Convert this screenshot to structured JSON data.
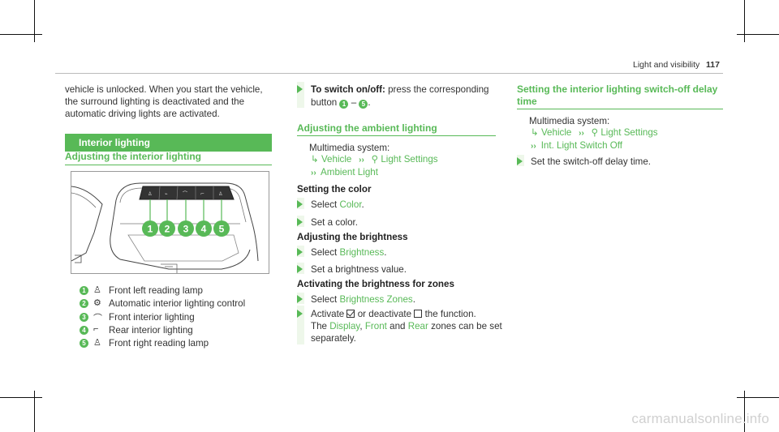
{
  "header": {
    "section": "Light and visibility",
    "page_number": "117"
  },
  "col1": {
    "intro_lines": [
      "vehicle is unlocked. When you start the vehicle,",
      "the surround lighting is deactivated and the",
      "automatic driving lights are activated."
    ],
    "section_bar": "Interior lighting",
    "subheading": "Adjusting the interior lighting",
    "figure_callouts": [
      "1",
      "2",
      "3",
      "4",
      "5"
    ],
    "legend": [
      {
        "num": "1",
        "icon": "reading-lamp-left",
        "label": "Front left reading lamp"
      },
      {
        "num": "2",
        "icon": "auto-interior",
        "label": "Automatic interior lighting control"
      },
      {
        "num": "3",
        "icon": "front-interior",
        "label": "Front interior lighting"
      },
      {
        "num": "4",
        "icon": "rear-interior",
        "label": "Rear interior lighting"
      },
      {
        "num": "5",
        "icon": "reading-lamp-right",
        "label": "Front right reading lamp"
      }
    ]
  },
  "col2": {
    "switch_title": "To switch on/off:",
    "switch_text": "press the corresponding",
    "switch_text2_a": "button",
    "badge_start": "1",
    "dash": "–",
    "badge_end": "5",
    "period": ".",
    "ambient_heading": "Adjusting the ambient lighting",
    "multimedia": "Multimedia system:",
    "path_vehicle": "Vehicle",
    "path_light_settings": "Light Settings",
    "path_ambient": "Ambient Light",
    "color_heading": "Setting the color",
    "select_word": "Select",
    "color_link": "Color",
    "set_color": "Set a color.",
    "brightness_heading": "Adjusting the brightness",
    "brightness_link": "Brightness",
    "set_brightness": "Set a brightness value.",
    "zones_heading": "Activating the brightness for zones",
    "zones_link": "Brightness Zones",
    "activate_a": "Activate",
    "activate_b": "or deactivate",
    "activate_c": "the function.",
    "the_word": "The",
    "display_link": "Display",
    "comma": ",",
    "front_link": "Front",
    "and_word": "and",
    "rear_link": "Rear",
    "zones_tail": "zones can be set",
    "separately": "separately."
  },
  "col3": {
    "heading_line1": "Setting the interior lighting switch-off delay",
    "heading_line2": "time",
    "multimedia": "Multimedia system:",
    "path_vehicle": "Vehicle",
    "path_light_settings": "Light Settings",
    "path_switch_off": "Int. Light Switch Off",
    "step": "Set the switch-off delay time."
  },
  "watermark": "carmanualsonline.info",
  "colors": {
    "accent": "#58b957",
    "text": "#333333"
  }
}
